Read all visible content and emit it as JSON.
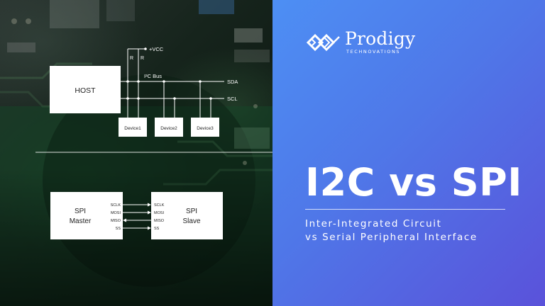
{
  "brand": {
    "name": "Prodigy",
    "tagline": "TECHNOVATIONS"
  },
  "headline": {
    "title": "I2C vs SPI",
    "subtitle_line1": "Inter-Integrated Circuit",
    "subtitle_line2": "vs Serial Peripheral Interface"
  },
  "i2c_diagram": {
    "host_label": "HOST",
    "vcc_label": "+VCC",
    "resistor_label": "R",
    "bus_label": "I²C Bus",
    "sda_label": "SDA",
    "scl_label": "SCL",
    "devices": [
      "Device1",
      "Device2",
      "Device3"
    ]
  },
  "spi_diagram": {
    "master_label_line1": "SPI",
    "master_label_line2": "Master",
    "slave_label_line1": "SPI",
    "slave_label_line2": "Slave",
    "signals": [
      "SCLK",
      "MOSI",
      "MISO",
      "SS"
    ]
  },
  "colors": {
    "right_panel_start": "#4d8ff4",
    "right_panel_end": "#5a52da",
    "diagram_line": "#ffffff",
    "pcb_green": "#1d5a34"
  }
}
